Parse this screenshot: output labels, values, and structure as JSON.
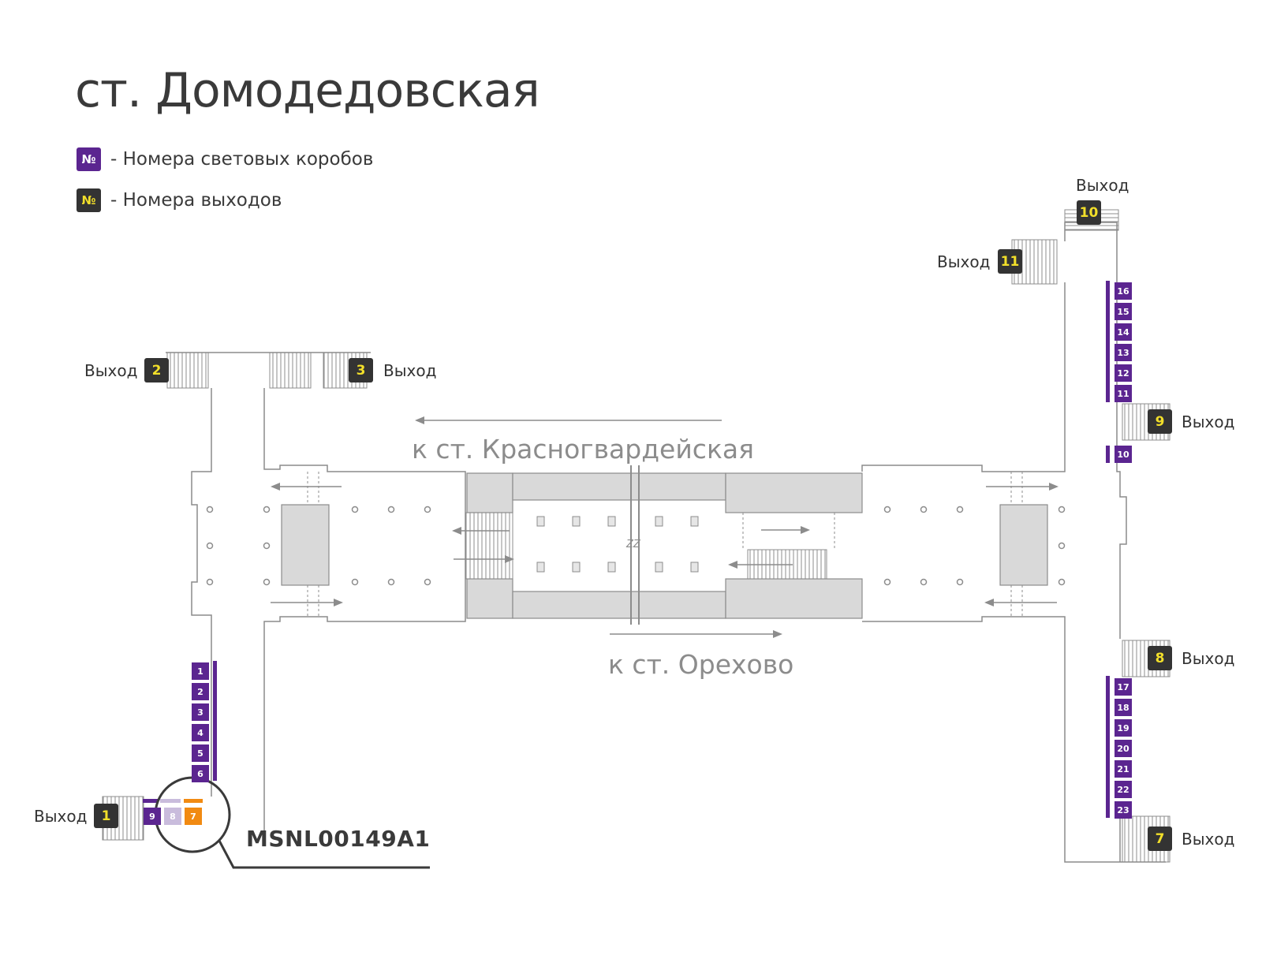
{
  "title": "ст. Домодедовская",
  "legend": {
    "symbol": "№",
    "lightboxes": "- Номера световых коробов",
    "exits": "- Номера выходов"
  },
  "exit_word": "Выход",
  "exits": [
    "1",
    "2",
    "3",
    "7",
    "8",
    "9",
    "10",
    "11"
  ],
  "lightboxes_left": [
    "1",
    "2",
    "3",
    "4",
    "5",
    "6"
  ],
  "lightboxes_bottom": [
    "9",
    "8",
    "7"
  ],
  "lightboxes_right_top": [
    "16",
    "15",
    "14",
    "13",
    "12",
    "11"
  ],
  "lightbox_right_10": "10",
  "lightboxes_right_bottom": [
    "17",
    "18",
    "19",
    "20",
    "21",
    "22",
    "23"
  ],
  "directions": {
    "to_krasnogvardeyskaya": "к ст. Красногвардейская",
    "to_orekhovo": "к ст. Орехово"
  },
  "zz": "ZZ",
  "highlight_code": "MSNL00149A1",
  "colors": {
    "lightbox": "#5b2590",
    "exit_badge": "#333333",
    "exit_number": "#f2df2a",
    "highlight": "#f18a12",
    "lightbox_light": "#c9bcdc",
    "platform_fill": "#d9d9d9",
    "lines": "#8c8c8c"
  }
}
